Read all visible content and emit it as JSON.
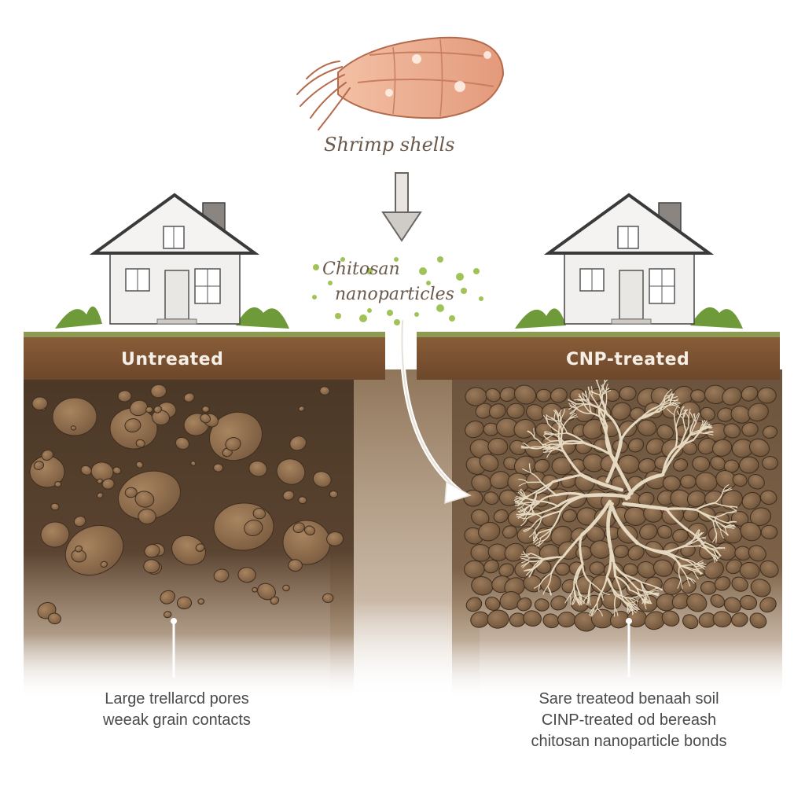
{
  "source": {
    "label": "Shrimp shells"
  },
  "additive": {
    "label_line1": "Chitosan",
    "label_line2": "nanoparticles"
  },
  "left": {
    "band_label": "Untreated",
    "caption_line1": "Large trellarcd pores",
    "caption_line2": "weeak grain contacts"
  },
  "right": {
    "band_label": "CNP-treated",
    "caption_line1": "Sare treateod benaah soil",
    "caption_line2": "CINP-treated od bereash",
    "caption_line3": "chitosan nanoparticle bonds"
  },
  "colors": {
    "topsoil": "#7a5232",
    "soil_dark": "#4a3726",
    "soil_mid": "#8a6a4c",
    "clod": "#9a7656",
    "chitosan_green": "#8fb83a",
    "network": "#efe4cc",
    "grass": "#6f9a3a",
    "shrimp": "#e8a789"
  }
}
